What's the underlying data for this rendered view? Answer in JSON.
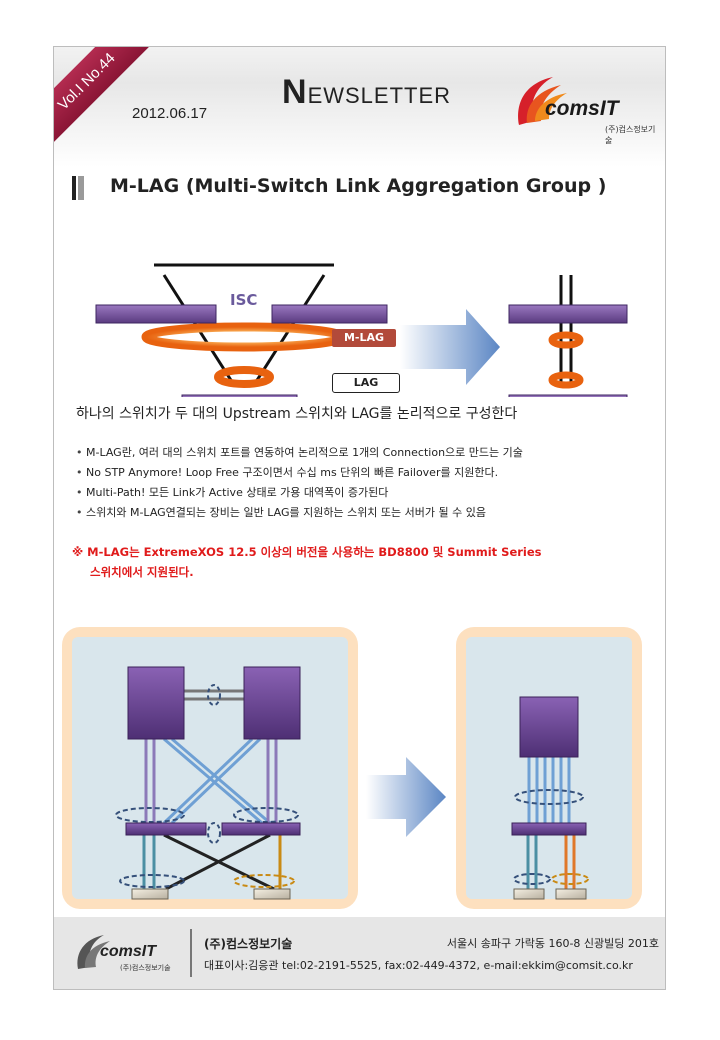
{
  "header": {
    "issue": "Vol.I No.44",
    "date": "2012.06.17",
    "title_initial": "N",
    "title_rest": "EWSLETTER",
    "logo_text": "comsIT",
    "logo_sub": "(주)컴스정보기술"
  },
  "section": {
    "title": "M-LAG (Multi-Switch Link Aggregation Group )"
  },
  "diagram1": {
    "isc_label": "ISC",
    "mlag_label": "M-LAG",
    "lag_label": "LAG"
  },
  "body": {
    "lead": "하나의 스위치가 두 대의 Upstream 스위치와 LAG를 논리적으로 구성한다",
    "bullets": [
      "M-LAG란, 여러 대의 스위치 포트를 연동하여 논리적으로 1개의 Connection으로 만드는 기술",
      "No STP Anymore! Loop Free 구조이면서 수십 ms 단위의 빠른 Failover를 지원한다.",
      "Multi-Path! 모든 Link가 Active 상태로 가용 대역폭이 증가된다",
      "스위치와 M-LAG연결되는 장비는 일반 LAG를 지원하는 스위치 또는 서버가 될 수 있음"
    ],
    "note_line1": "※ M-LAG는 ExtremeXOS  12.5 이상의 버전을 사용하는 BD8800 및 Summit Series",
    "note_line2": "스위치에서 지원된다."
  },
  "footer": {
    "company": "(주)컴스정보기술",
    "address": "서울시 송파구 가락동 160-8 신광빌딩 201호",
    "contact": "대표이사:김응관  tel:02-2191-5525, fax:02-449-4372, e-mail:ekkim@comsit.co.kr",
    "logo_text": "comsIT",
    "logo_sub": "(주)컴스정보기술"
  },
  "colors": {
    "ribbon": "#9b1c3f",
    "switch": "#7b4e9e",
    "lag_ring": "#f07c1e",
    "arrow": "#6f95c9",
    "note": "#e01b1b",
    "isc_label": "#6a5a9c"
  }
}
